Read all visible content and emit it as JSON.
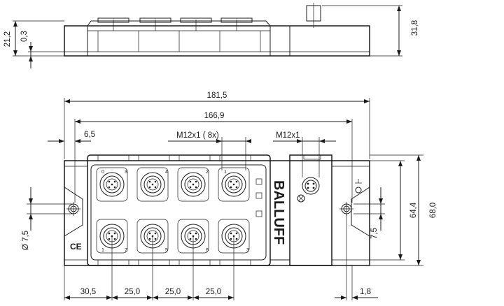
{
  "dimensions": {
    "side_height_total": "21,2",
    "side_height_small": "0,3",
    "side_height_right": "31,8",
    "overall_length": "181,5",
    "connector_span": "166,9",
    "left_offset": "6,5",
    "thread_label_8x": "M12x1  ( 8x)",
    "thread_label_single": "M12x1",
    "hole_diameter": "Ø 7,5",
    "height_outer": "68,0",
    "height_inner": "64,4",
    "hole_offset": "7,5",
    "first_pitch": "30,5",
    "pitch_1": "25,0",
    "pitch_2": "25,0",
    "pitch_3": "25,0",
    "right_margin": "1,8"
  },
  "brand": "BALLUFF",
  "ce_mark": "CE",
  "port_numbers_top": [
    "0",
    "3",
    "4",
    "2",
    "1"
  ],
  "port_numbers_bottom": [
    "1",
    "7",
    "5",
    "6",
    "3"
  ]
}
